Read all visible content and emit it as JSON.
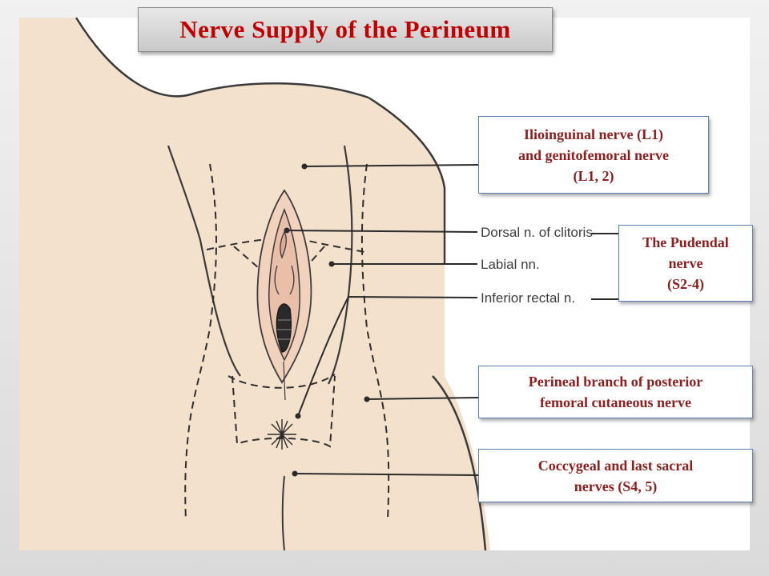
{
  "title": "Nerve Supply of the Perineum",
  "diagram_labels": {
    "dorsal_clitoris": "Dorsal n. of clitoris",
    "labial": "Labial nn.",
    "inferior_rectal": "Inferior rectal n."
  },
  "callouts": {
    "ilioinguinal": "Ilioinguinal nerve (L1)\nand genitofemoral nerve\n(L1, 2)",
    "pudendal": "The Pudendal\nnerve\n(S2-4)",
    "perineal": "Perineal branch of posterior\nfemoral cutaneous nerve",
    "coccygeal": "Coccygeal and last sacral\nnerves (S4, 5)"
  },
  "colors": {
    "title_text": "#c00000",
    "callout_text": "#8b1e1e",
    "callout_border": "#5b7fb3",
    "skin": "#f3e1cc",
    "outline": "#3a3a3a"
  }
}
